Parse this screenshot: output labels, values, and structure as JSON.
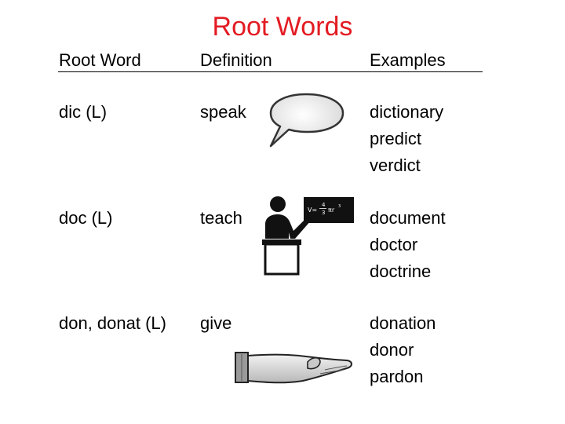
{
  "slide": {
    "title": "Root Words",
    "headers": {
      "root_word": "Root Word",
      "definition": "Definition",
      "examples": "Examples"
    },
    "rows": [
      {
        "root": "dic (L)",
        "definition": "speak",
        "examples": [
          "dictionary",
          "predict",
          "verdict"
        ]
      },
      {
        "root": "doc (L)",
        "definition": "teach",
        "examples": [
          "document",
          "doctor",
          "doctrine"
        ]
      },
      {
        "root": "don, donat (L)",
        "definition": "give",
        "examples": [
          "donation",
          "donor",
          "pardon"
        ]
      }
    ],
    "pictures": {
      "speak": "speech-bubble-icon",
      "teach": "teacher-at-board-icon",
      "give": "open-hand-icon"
    },
    "board_formula": {
      "lhs": "V=",
      "num": "4",
      "den": "3",
      "rhs": "πr",
      "exp": "3"
    }
  },
  "colors": {
    "title": "#e31b23",
    "text": "#000000"
  }
}
